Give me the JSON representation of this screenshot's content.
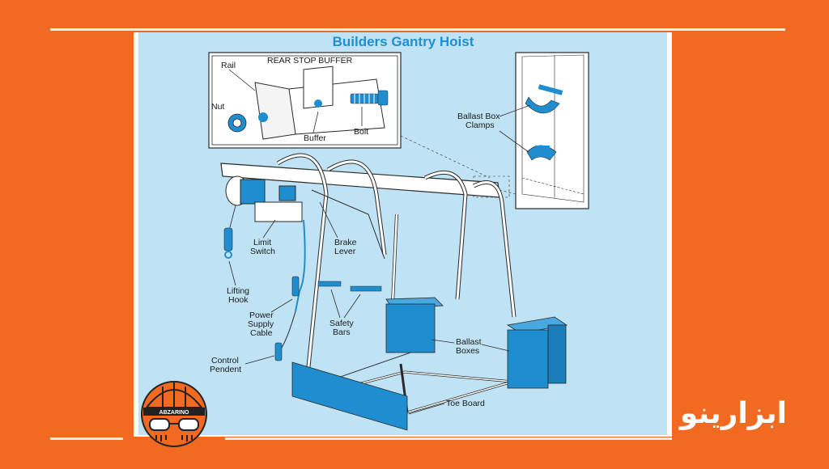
{
  "diagram": {
    "title": "Builders Gantry Hoist",
    "inset_rear": {
      "heading": "REAR STOP BUFFER",
      "rail": "Rail",
      "nut": "Nut",
      "buffer": "Buffer",
      "bolt": "Bolt"
    },
    "inset_clamps": {
      "label_line1": "Ballast Box",
      "label_line2": "Clamps"
    },
    "labels": {
      "limit_switch_1": "Limit",
      "limit_switch_2": "Switch",
      "brake_lever_1": "Brake",
      "brake_lever_2": "Lever",
      "lifting_hook_1": "Lifting",
      "lifting_hook_2": "Hook",
      "power_cable_1": "Power",
      "power_cable_2": "Supply",
      "power_cable_3": "Cable",
      "safety_bars_1": "Safety",
      "safety_bars_2": "Bars",
      "ballast_boxes_1": "Ballast",
      "ballast_boxes_2": "Boxes",
      "control_pendent_1": "Control",
      "control_pendent_2": "Pendent",
      "toe_board": "Toe Board"
    },
    "colors": {
      "sky": "#bfe3f4",
      "blue": "#1e8ed0",
      "line": "#2a2a2a"
    }
  },
  "branding": {
    "logo_text": "ABZARINO",
    "logo_icon": "worker-helmet-icon",
    "wordmark": "ابزارینو",
    "background": "#f26a21"
  }
}
